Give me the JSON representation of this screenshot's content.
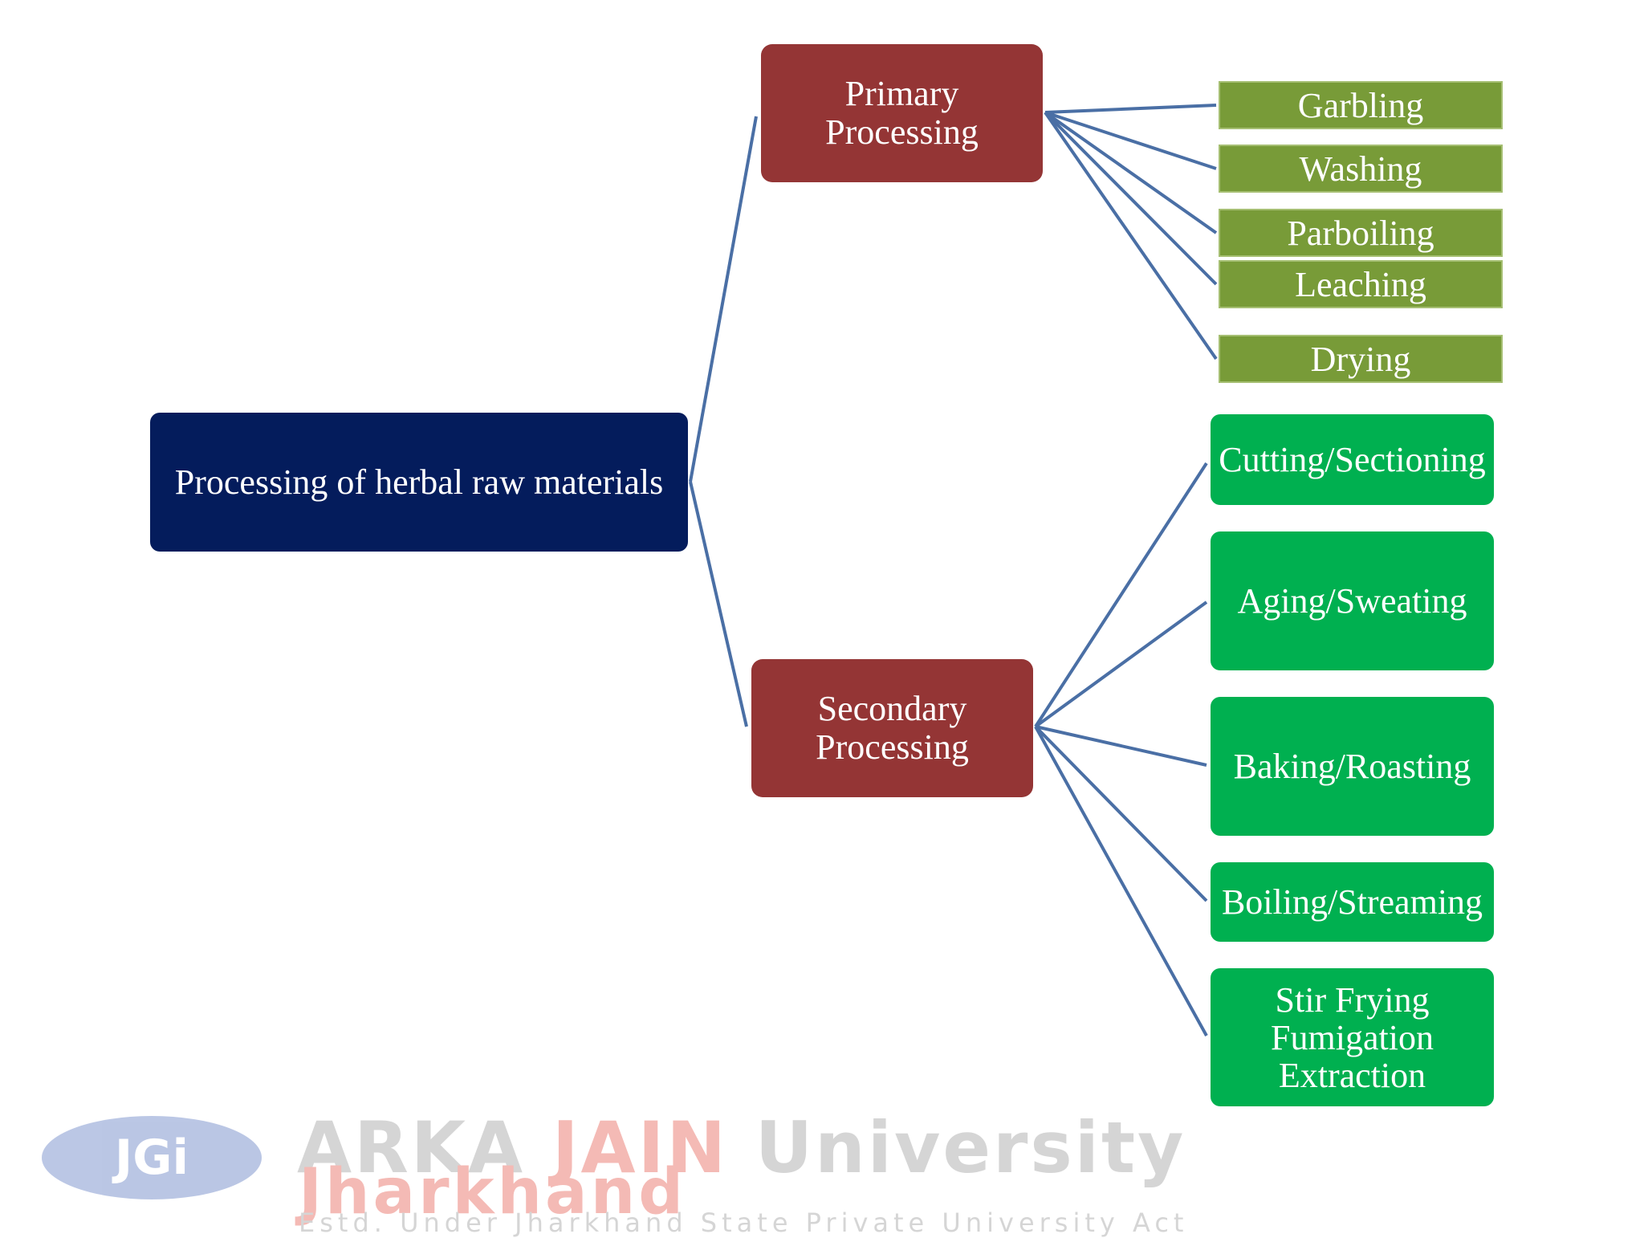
{
  "diagram": {
    "root": "Processing of herbal raw materials",
    "primary": {
      "line1": "Primary",
      "line2": "Processing"
    },
    "secondary": {
      "line1": "Secondary",
      "line2": "Processing"
    },
    "primary_steps": [
      "Garbling",
      "Washing",
      "Parboiling",
      "Leaching",
      "Drying"
    ],
    "secondary_steps": [
      "Cutting/Sectioning",
      "Aging/Sweating",
      "Baking/Roasting",
      "Boiling/Streaming"
    ],
    "secondary_last": {
      "line1": "Stir Frying",
      "line2": "Fumigation",
      "line3": "Extraction"
    }
  },
  "watermark": {
    "logo": "JGi",
    "name_part1": "ARKA",
    "name_part2": "JAIN",
    "name_part3": "University",
    "region": "Jharkhand",
    "tagline": "Estd. Under Jharkhand State Private University Act"
  },
  "colors": {
    "root": "#041c5c",
    "processing": "#943535",
    "primary_step": "#789b38",
    "secondary_step": "#00b050",
    "connector": "#4a6fa5"
  }
}
